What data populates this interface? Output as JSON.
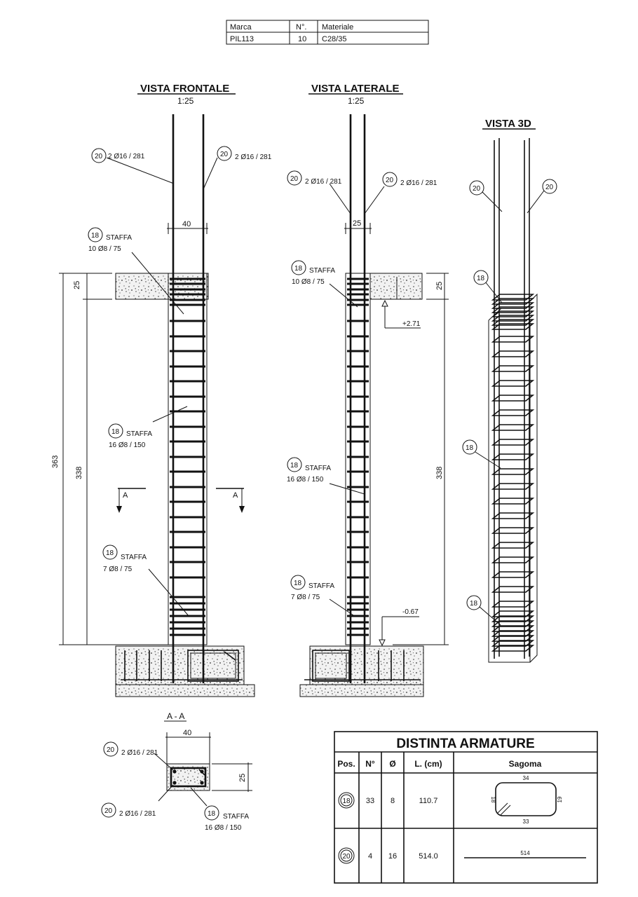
{
  "title_block": {
    "headers": [
      "Marca",
      "N°.",
      "Materiale"
    ],
    "values": [
      "PIL113",
      "10",
      "C28/35"
    ]
  },
  "views": {
    "front": {
      "title": "VISTA FRONTALE",
      "scale": "1:25"
    },
    "side": {
      "title": "VISTA LATERALE",
      "scale": "1:25"
    },
    "d3": {
      "title": "VISTA 3D"
    },
    "section": {
      "title": "A - A"
    }
  },
  "labels": {
    "pos20": "20",
    "pos18": "18",
    "bars_2d16": "2 Ø16 / 281",
    "staffa": "STAFFA",
    "stirrups_top": "10 Ø8 / 75",
    "stirrups_mid": "16 Ø8 / 150",
    "stirrups_bot": "7 Ø8 / 75",
    "section_mark": "A"
  },
  "dimensions": {
    "width_front": "40",
    "width_side": "25",
    "slab_thickness": "25",
    "total_height": "363",
    "clear_height": "338",
    "level_top": "+2.71",
    "level_bottom": "-0.67",
    "section_width": "40",
    "section_depth": "25"
  },
  "schedule": {
    "title": "DISTINTA ARMATURE",
    "headers": [
      "Pos.",
      "N°",
      "Ø",
      "L. (cm)",
      "Sagoma"
    ],
    "rows": [
      {
        "pos": "18",
        "n": "33",
        "d": "8",
        "l": "110.7",
        "shape": {
          "top": "34",
          "bottom": "33",
          "left": "18",
          "right": "19"
        }
      },
      {
        "pos": "20",
        "n": "4",
        "d": "16",
        "l": "514.0",
        "shape": {
          "label": "514"
        }
      }
    ]
  }
}
